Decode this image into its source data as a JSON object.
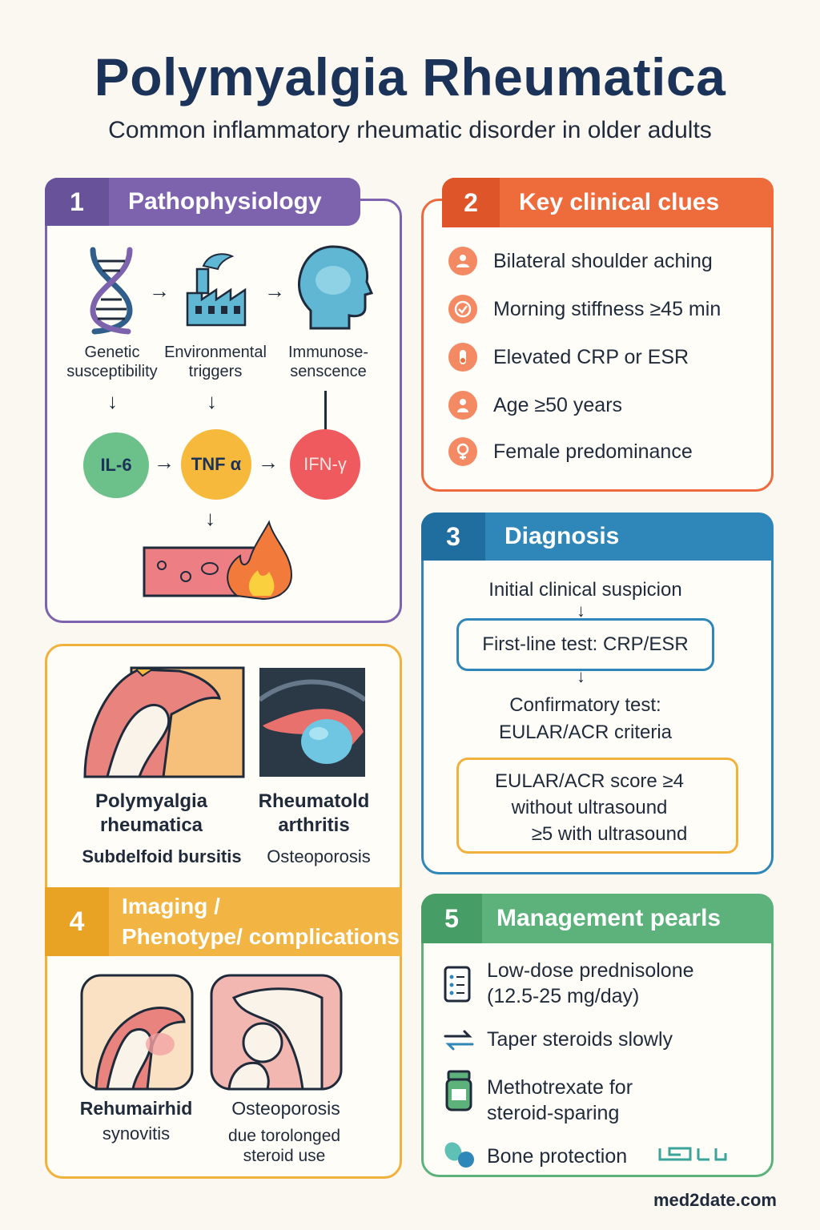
{
  "header": {
    "title": "Polymyalgia Rheumatica",
    "subtitle": "Common inflammatory rheumatic disorder in older adults"
  },
  "pathophysiology": {
    "number": "1",
    "title": "Pathophysiology",
    "triggers": [
      {
        "line1": "Genetic",
        "line2": "susceptibility"
      },
      {
        "line1": "Environmental",
        "line2": "triggers"
      },
      {
        "line1": "Immunose-",
        "line2": "senscence"
      }
    ],
    "cytokines": [
      "IL-6",
      "TNF α",
      "IFN-γ"
    ]
  },
  "clinical_clues": {
    "number": "2",
    "title": "Key clinical clues",
    "items": [
      "Bilateral shoulder aching",
      "Morning stiffness ≥45 min",
      "Elevated CRP or ESR",
      "Age ≥50 years",
      "Female predominance"
    ]
  },
  "diagnosis": {
    "number": "3",
    "title": "Diagnosis",
    "step1": "Initial clinical suspicion",
    "step2": "First-line test: CRP/ESR",
    "step3_line1": "Confirmatory test:",
    "step3_line2": "EULAR/ACR criteria",
    "score_line1": "EULAR/ACR score ≥4",
    "score_line2": "without ultrasound",
    "score_line3": "≥5 with ultrasound"
  },
  "imaging": {
    "number": "4",
    "title_line1": "Imaging /",
    "title_line2": "Phenotype/ complications",
    "top_left_title_1": "Polymyalgia",
    "top_left_title_2": "rheumatica",
    "top_left_caption": "Subdelfoid bursitis",
    "top_right_title_1": "Rheumatold",
    "top_right_title_2": "arthritis",
    "top_right_caption": "Osteoporosis",
    "bottom_left_title": "Rehumairhid",
    "bottom_left_caption": "synovitis",
    "bottom_right_title": "Osteoporosis",
    "bottom_right_caption_1": "due torolonged",
    "bottom_right_caption_2": "steroid use"
  },
  "management": {
    "number": "5",
    "title": "Management pearls",
    "item1_line1": "Low-dose prednisolone",
    "item1_line2": "(12.5-25 mg/day)",
    "item2": "Taper steroids slowly",
    "item3_line1": "Methotrexate for",
    "item3_line2": "steroid-sparing",
    "item4": "Bone protection"
  },
  "footer": {
    "credit": "med2date.com"
  },
  "colors": {
    "purple": "#7d63ad",
    "orange": "#ee6b3c",
    "blue": "#2e86b9",
    "yellow": "#f2b544",
    "green": "#5cb27a",
    "navy": "#1b3358"
  }
}
